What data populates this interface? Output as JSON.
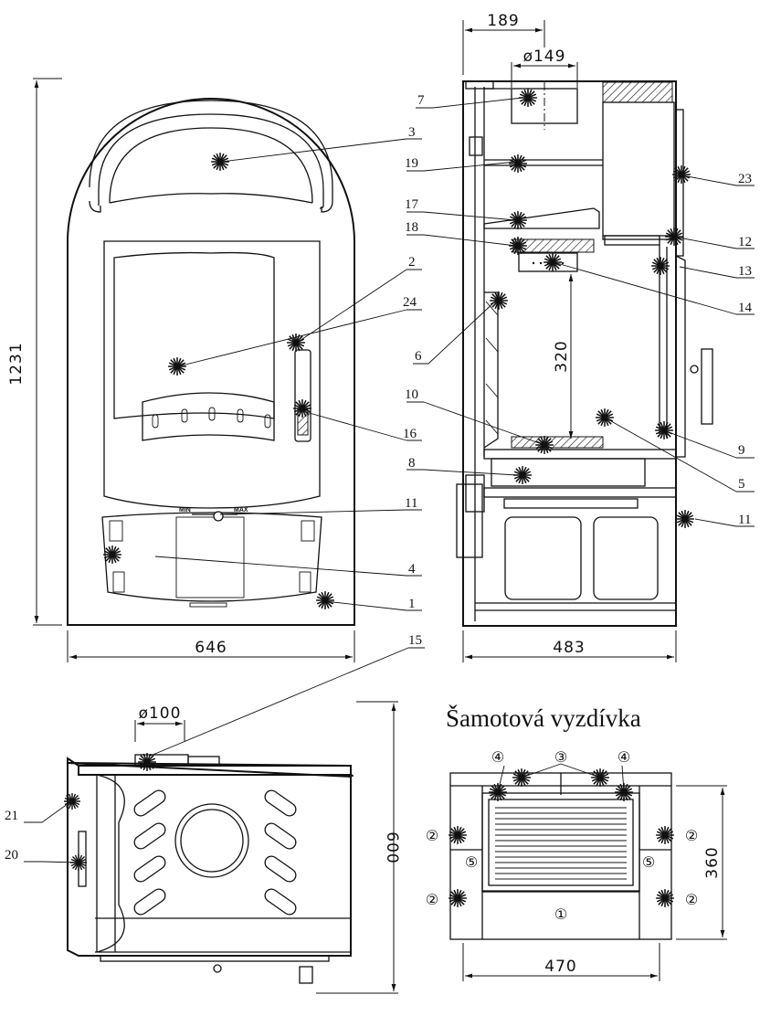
{
  "dimensions": {
    "height_front": "1231",
    "width_front": "646",
    "depth_side": "483",
    "flue_offset": "189",
    "flue_diameter": "ø149",
    "firebox_height": "320",
    "outlet_diameter": "ø100",
    "top_depth": "600",
    "lining_width": "470",
    "lining_depth": "360"
  },
  "slider": {
    "min_label": "MIN",
    "max_label": "MAX"
  },
  "lining": {
    "title": "Šamotová vyzdívka",
    "markers": [
      "①",
      "②",
      "③",
      "④",
      "⑤"
    ]
  },
  "callouts": {
    "c1": "1",
    "c2": "2",
    "c3": "3",
    "c4": "4",
    "c5": "5",
    "c6": "6",
    "c7": "7",
    "c8": "8",
    "c9": "9",
    "c10": "10",
    "c11": "11",
    "c12": "12",
    "c13": "13",
    "c14": "14",
    "c15": "15",
    "c16": "16",
    "c17": "17",
    "c18": "18",
    "c19": "19",
    "c20": "20",
    "c21": "21",
    "c23": "23",
    "c24": "24"
  }
}
